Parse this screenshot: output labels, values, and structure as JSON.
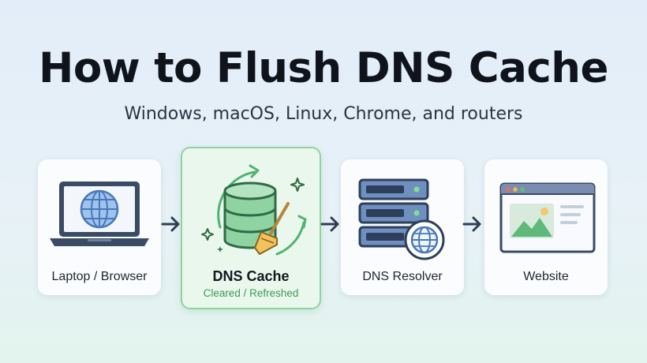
{
  "header": {
    "title": "How to Flush DNS Cache",
    "subtitle": "Windows, macOS, Linux, Chrome, and routers"
  },
  "steps": [
    {
      "label": "Laptop / Browser",
      "icon": "laptop-globe-icon"
    },
    {
      "label": "DNS Cache",
      "sublabel": "Cleared / Refreshed",
      "icon": "database-broom-icon"
    },
    {
      "label": "DNS Resolver",
      "icon": "server-globe-icon"
    },
    {
      "label": "Website",
      "icon": "browser-window-icon"
    }
  ],
  "colors": {
    "accent_green": "#3f9a5b",
    "accent_blue": "#4a6fa5",
    "arrow": "#2f3e52"
  }
}
